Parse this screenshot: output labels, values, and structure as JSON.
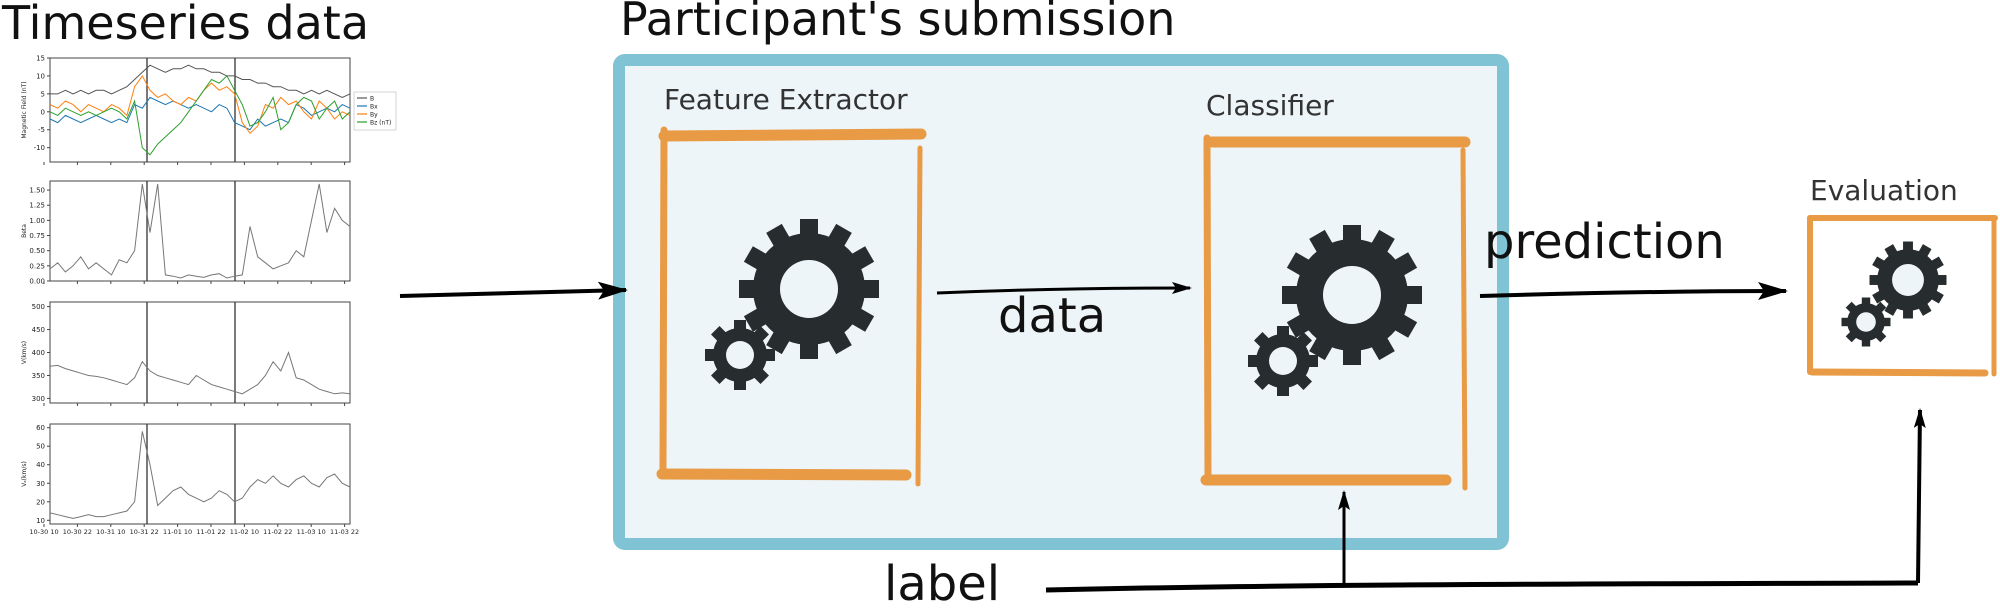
{
  "titles": {
    "timeseries": "Timeseries data",
    "submission": "Participant's submission"
  },
  "boxes": {
    "feature_extractor": "Feature Extractor",
    "classifier": "Classifier",
    "evaluation": "Evaluation"
  },
  "arrows": {
    "data": "data",
    "prediction": "prediction",
    "label": "label"
  },
  "icons": [
    "gears-icon",
    "gears-icon",
    "gears-icon"
  ],
  "colors": {
    "submission_border": "#7fc3d4",
    "submission_fill": "#edf5f8",
    "box_border": "#e89a45",
    "gear": "#272c2e",
    "arrow": "#000000",
    "series_B": "#555555",
    "series_Bx": "#1f77b4",
    "series_By": "#ff7f0e",
    "series_Bz": "#2ca02c",
    "single_series": "#777777"
  },
  "chart_data": [
    {
      "type": "line",
      "ylabel": "Magnetic Field (nT)",
      "yticks": [
        "15",
        "10",
        "5",
        "0",
        "-5",
        "-10"
      ],
      "ylim": [
        -14,
        15
      ],
      "legend": [
        "B",
        "Bx",
        "By",
        "Bz (nT)"
      ],
      "legend_position": "right",
      "series": [
        {
          "name": "B",
          "values": [
            5,
            5,
            6,
            5,
            6,
            5,
            6,
            6,
            5,
            6,
            7,
            9,
            11,
            13,
            12,
            11,
            12,
            12,
            13,
            12,
            12,
            11,
            11,
            10,
            10,
            9,
            9,
            8,
            8,
            7,
            7,
            6,
            6,
            5,
            6,
            5,
            6,
            5,
            4,
            5
          ]
        },
        {
          "name": "Bx",
          "values": [
            -2,
            -3,
            -1,
            -2,
            -3,
            -2,
            -1,
            -2,
            -3,
            -2,
            -3,
            2,
            1,
            4,
            3,
            2,
            3,
            2,
            1,
            2,
            1,
            0,
            2,
            1,
            -3,
            -4,
            -5,
            -2,
            -4,
            -3,
            -2,
            -3,
            2,
            1,
            -1,
            0,
            1,
            0,
            2,
            1
          ]
        },
        {
          "name": "By",
          "values": [
            2,
            1,
            3,
            2,
            0,
            2,
            1,
            0,
            2,
            1,
            -1,
            7,
            10,
            6,
            4,
            5,
            3,
            2,
            4,
            3,
            6,
            8,
            6,
            7,
            5,
            -3,
            -6,
            -4,
            2,
            1,
            4,
            2,
            3,
            0,
            -2,
            3,
            1,
            -2,
            0,
            -1
          ]
        },
        {
          "name": "Bz (nT)",
          "values": [
            0,
            -1,
            1,
            0,
            -1,
            0,
            -1,
            0,
            1,
            0,
            -2,
            3,
            -10,
            -12,
            -9,
            -7,
            -5,
            -3,
            0,
            3,
            6,
            9,
            8,
            10,
            6,
            2,
            -4,
            -3,
            0,
            4,
            -5,
            -3,
            2,
            4,
            3,
            -2,
            1,
            3,
            -2,
            0
          ]
        }
      ]
    },
    {
      "type": "line",
      "ylabel": "Beta",
      "yticks": [
        "1.50",
        "1.25",
        "1.00",
        "0.75",
        "0.50",
        "0.25",
        "0.00"
      ],
      "ylim": [
        0,
        1.65
      ],
      "series": [
        {
          "values": [
            0.2,
            0.3,
            0.15,
            0.25,
            0.4,
            0.2,
            0.3,
            0.2,
            0.1,
            0.35,
            0.3,
            0.5,
            1.6,
            0.8,
            1.6,
            0.1,
            0.08,
            0.05,
            0.1,
            0.08,
            0.06,
            0.1,
            0.12,
            0.05,
            0.08,
            0.1,
            0.9,
            0.4,
            0.3,
            0.2,
            0.25,
            0.3,
            0.5,
            0.4,
            1.0,
            1.6,
            0.8,
            1.2,
            1.0,
            0.9
          ]
        }
      ]
    },
    {
      "type": "line",
      "ylabel": "V(km/s)",
      "yticks": [
        "500",
        "450",
        "400",
        "350",
        "300"
      ],
      "ylim": [
        290,
        510
      ],
      "series": [
        {
          "values": [
            370,
            372,
            365,
            360,
            355,
            350,
            348,
            345,
            340,
            335,
            330,
            345,
            380,
            360,
            350,
            345,
            340,
            335,
            330,
            350,
            340,
            330,
            325,
            320,
            315,
            310,
            320,
            330,
            350,
            380,
            360,
            400,
            345,
            340,
            330,
            320,
            315,
            310,
            312,
            310
          ]
        }
      ]
    },
    {
      "type": "line",
      "ylabel": "Vₐ(km/s)",
      "yticks": [
        "60",
        "50",
        "40",
        "30",
        "20",
        "10"
      ],
      "ylim": [
        8,
        62
      ],
      "series": [
        {
          "values": [
            14,
            13,
            12,
            11,
            12,
            13,
            12,
            12,
            13,
            14,
            15,
            20,
            58,
            40,
            18,
            22,
            26,
            28,
            24,
            22,
            20,
            22,
            26,
            24,
            20,
            22,
            28,
            32,
            30,
            34,
            30,
            28,
            32,
            34,
            30,
            28,
            33,
            35,
            30,
            28
          ]
        }
      ]
    }
  ],
  "x_ticks": [
    "10-30 10",
    "10-30 22",
    "10-31 10",
    "10-31 22",
    "11-01 10",
    "11-01 22",
    "11-02 10",
    "11-02 22",
    "11-03 10",
    "11-03 22"
  ]
}
